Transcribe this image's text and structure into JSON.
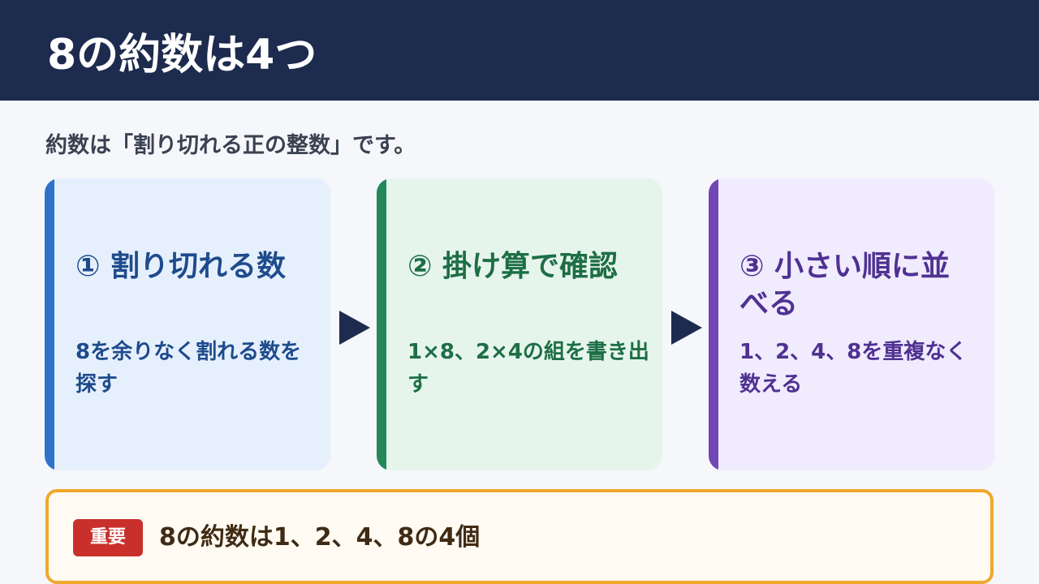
{
  "header": {
    "title": "8の約数は4つ"
  },
  "subtitle": "約数は「割り切れる正の整数」です。",
  "steps": [
    {
      "heading": "① 割り切れる数",
      "body": "8を余りなく割れる数を探す",
      "accent_color": "#2f73c9",
      "background_color": "#e6f0fd"
    },
    {
      "heading": "② 掛け算で確認",
      "body": "1×8、2×4の組を書き出す",
      "accent_color": "#23875a",
      "background_color": "#e6f5ec"
    },
    {
      "heading": "③ 小さい順に並べる",
      "body": "1、2、4、8を重複なく数える",
      "accent_color": "#7246b5",
      "background_color": "#f0ebfd"
    }
  ],
  "arrows": [
    "arrow-right-icon",
    "arrow-right-icon"
  ],
  "key_point": {
    "badge": "重要",
    "text": "8の約数は1、2、4、8の4個",
    "border_color": "#f0a82c",
    "badge_color": "#c9302c"
  },
  "colors": {
    "header_background": "#1c2b4e",
    "page_background": "#f5f7fb"
  }
}
